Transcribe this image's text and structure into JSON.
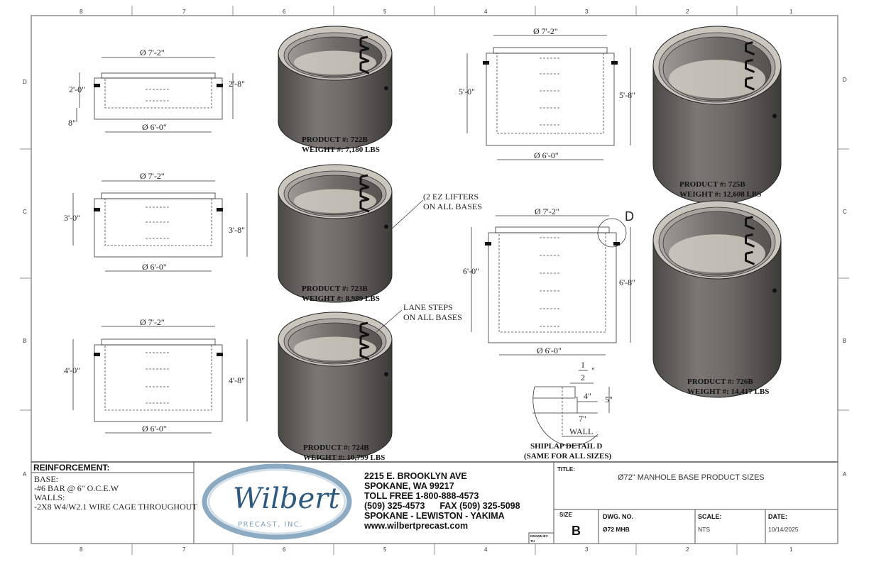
{
  "zones": {
    "columns": [
      "8",
      "7",
      "6",
      "5",
      "4",
      "3",
      "2",
      "1"
    ],
    "rows": [
      "D",
      "C",
      "B",
      "A"
    ]
  },
  "elevations": [
    {
      "top_dia": "Ø 7'-2\"",
      "bottom_dia": "Ø 6'-0\"",
      "inner_height": "2'-0\"",
      "outer_height": "2'-8\"",
      "base_thickness": "8\""
    },
    {
      "top_dia": "Ø 7'-2\"",
      "bottom_dia": "Ø 6'-0\"",
      "inner_height": "3'-0\"",
      "outer_height": "3'-8\""
    },
    {
      "top_dia": "Ø 7'-2\"",
      "bottom_dia": "Ø 6'-0\"",
      "inner_height": "4'-0\"",
      "outer_height": "4'-8\""
    },
    {
      "top_dia": "Ø 7'-2\"",
      "bottom_dia": "Ø 6'-0\"",
      "inner_height": "5'-0\"",
      "outer_height": "5'-8\""
    },
    {
      "top_dia": "Ø 7'-2\"",
      "bottom_dia": "Ø 6'-0\"",
      "inner_height": "6'-0\"",
      "outer_height": "6'-8\"",
      "detail_callout": "D"
    }
  ],
  "products": [
    {
      "product": "PRODUCT #: 722B",
      "weight": "WEIGHT #: 7,180 LBS"
    },
    {
      "product": "PRODUCT #: 723B",
      "weight": "WEIGHT #: 8,989 LBS"
    },
    {
      "product": "PRODUCT #: 724B",
      "weight": "WEIGHT #: 10,799 LBS"
    },
    {
      "product": "PRODUCT #: 725B",
      "weight": "WEIGHT #: 12,608 LBS"
    },
    {
      "product": "PRODUCT #: 726B",
      "weight": "WEIGHT #: 14,417 LBS"
    }
  ],
  "notes": {
    "lifters": [
      "(2 EZ LIFTERS",
      "ON ALL BASES"
    ],
    "steps": [
      "LANE STEPS",
      "ON ALL BASES"
    ]
  },
  "shiplap": {
    "half_num": "1",
    "half_den": "2",
    "inch": "\"",
    "dim_4": "4\"",
    "dim_5": "5\"",
    "dim_7": "7\"",
    "wall": "WALL",
    "title": "SHIPLAP DETAIL D",
    "subtitle": "(SAME FOR ALL SIZES)"
  },
  "title_block": {
    "reinforcement_header": "REINFORCEMENT:",
    "reinforcement_lines": [
      "BASE:",
      "-#6 BAR @ 6\" O.C.E.W",
      "WALLS:",
      "-2X8 W4/W2.1 WIRE CAGE THROUGHOUT"
    ],
    "logo_name": "Wilbert",
    "logo_sub": "PRECAST, INC.",
    "address_lines": [
      "2215 E. BROOKLYN AVE",
      "SPOKANE, WA 99217",
      "TOLL FREE 1-800-888-4573",
      "(509) 325-4573      FAX (509) 325-5098",
      "SPOKANE - LEWISTON - YAKIMA",
      "www.wilbertprecast.com"
    ],
    "drawn_by_label": "DRAWN BY:",
    "drawn_by": "TH",
    "title_label": "TITLE:",
    "title": "Ø72\" MANHOLE BASE PRODUCT SIZES",
    "size_label": "SIZE",
    "size": "B",
    "dwg_label": "DWG. NO.",
    "dwg": "Ø72 MHB",
    "scale_label": "SCALE:",
    "scale": "NTS",
    "date_label": "DATE:",
    "date": "10/14/2025"
  }
}
